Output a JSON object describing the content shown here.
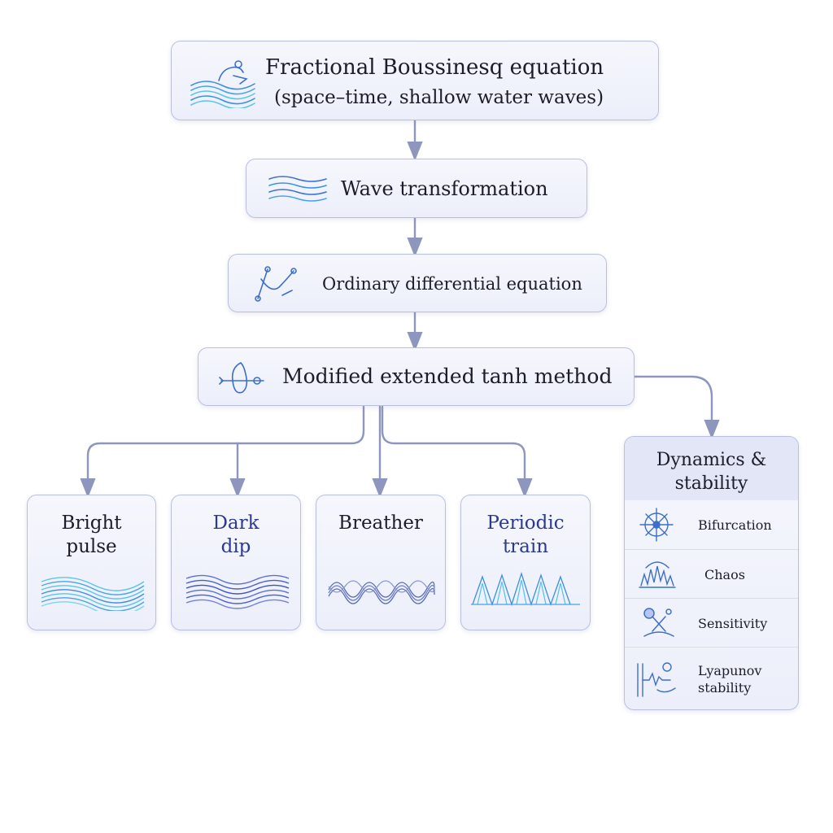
{
  "steps": {
    "top": {
      "title": "Fractional Boussinesq equation",
      "subtitle": "(space–time, shallow water waves)"
    },
    "wave_transformation": "Wave transformation",
    "ode": "Ordinary differential equation",
    "method": "Modified extended tanh method"
  },
  "solutions": [
    {
      "line1": "Bright",
      "line2": "pulse",
      "color": "#1c1c2a"
    },
    {
      "line1": "Dark",
      "line2": "dip",
      "color": "#2b3a8c"
    },
    {
      "line1": "Breather",
      "line2": "",
      "color": "#1c1c2a"
    },
    {
      "line1": "Periodic",
      "line2": "train",
      "color": "#2b3a8c"
    }
  ],
  "dynamics": {
    "title_line1": "Dynamics &",
    "title_line2": "stability",
    "items": [
      {
        "label": "Bifurcation",
        "icon": "bifurcation-icon"
      },
      {
        "label": "Chaos",
        "icon": "chaos-icon"
      },
      {
        "label": "Sensitivity",
        "icon": "sensitivity-icon"
      },
      {
        "label_line1": "Lyapunov",
        "label_line2": "stability",
        "icon": "lyapunov-icon"
      }
    ]
  },
  "colors": {
    "connector": "#8f96bd",
    "wave_blue": "#3d8fe0",
    "wave_cyan": "#5cc4ec",
    "accent_navy": "#2b3a8c"
  }
}
